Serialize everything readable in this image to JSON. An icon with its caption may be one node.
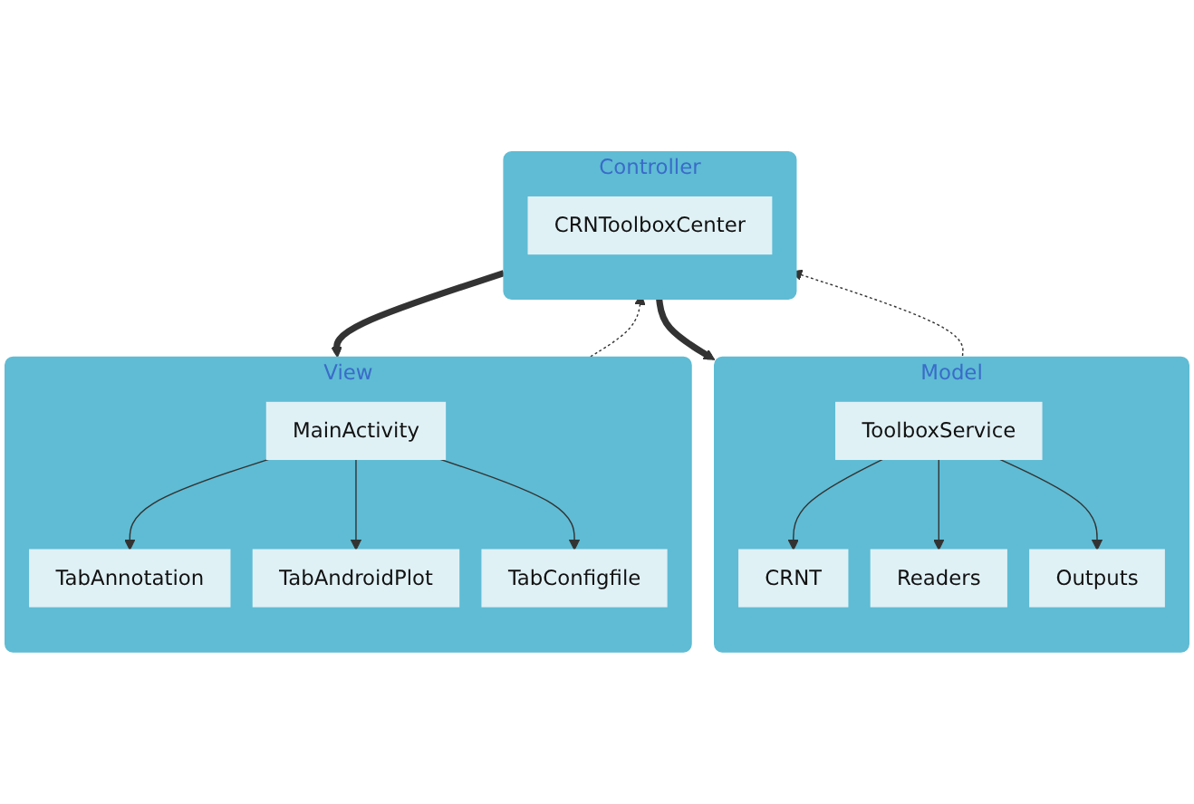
{
  "diagram": {
    "nodes": [
      {
        "text": [
          "Controller"
        ]
      },
      {
        "text": [
          "CRNToolboxCenter"
        ],
        "in": 0
      },
      {
        "text": [
          "View"
        ]
      },
      {
        "text": [
          "MainActivity"
        ],
        "in": 2
      },
      {
        "text": [
          "TabAnnotation"
        ],
        "in": 2
      },
      {
        "text": [
          "TabAndroidPlot"
        ],
        "in": 2
      },
      {
        "text": [
          "TabConfigfile"
        ],
        "in": 2
      },
      {
        "text": [
          "Model"
        ]
      },
      {
        "text": [
          "ToolboxService"
        ],
        "in": 7
      },
      {
        "text": [
          "CRNT"
        ],
        "in": 7
      },
      {
        "text": [
          "Readers"
        ],
        "in": 7
      },
      {
        "text": [
          "Outputs"
        ],
        "in": 7
      }
    ],
    "edges": [
      {
        "from": 0,
        "to": 2,
        "arrow": "to",
        "style": "thick"
      },
      {
        "from": 0,
        "to": 7,
        "arrow": "to",
        "style": "thick"
      },
      {
        "from": 2,
        "to": 0,
        "arrow": "to",
        "style": "dashed"
      },
      {
        "from": 7,
        "to": 0,
        "arrow": "to",
        "style": "dashed"
      },
      {
        "from": 3,
        "to": 4,
        "arrow": "to"
      },
      {
        "from": 3,
        "to": 5,
        "arrow": "to"
      },
      {
        "from": 3,
        "to": 6,
        "arrow": "to"
      },
      {
        "from": 8,
        "to": 9,
        "arrow": "to"
      },
      {
        "from": 8,
        "to": 10,
        "arrow": "to"
      },
      {
        "from": 8,
        "to": 11,
        "arrow": "to"
      }
    ]
  }
}
